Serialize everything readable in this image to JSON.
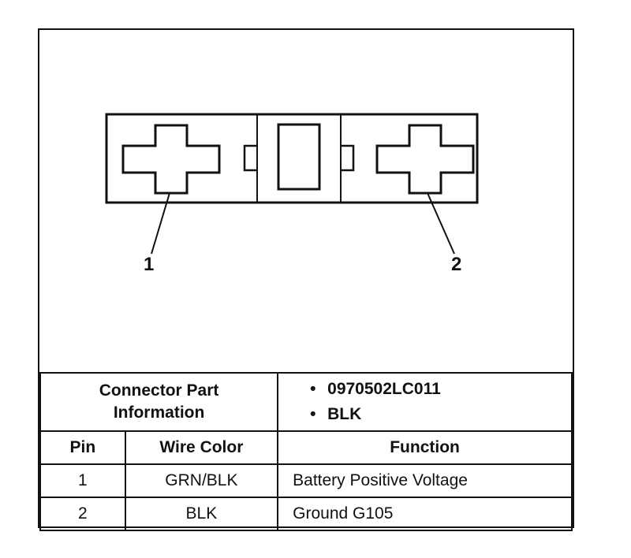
{
  "pins": [
    {
      "label": "1"
    },
    {
      "label": "2"
    }
  ],
  "connector_info": {
    "label_line1": "Connector Part",
    "label_line2": "Information",
    "items": [
      "0970502LC011",
      "BLK"
    ]
  },
  "table": {
    "headers": [
      "Pin",
      "Wire Color",
      "Function"
    ],
    "rows": [
      {
        "pin": "1",
        "wire_color": "GRN/BLK",
        "function": "Battery Positive Voltage"
      },
      {
        "pin": "2",
        "wire_color": "BLK",
        "function": "Ground G105"
      }
    ]
  }
}
